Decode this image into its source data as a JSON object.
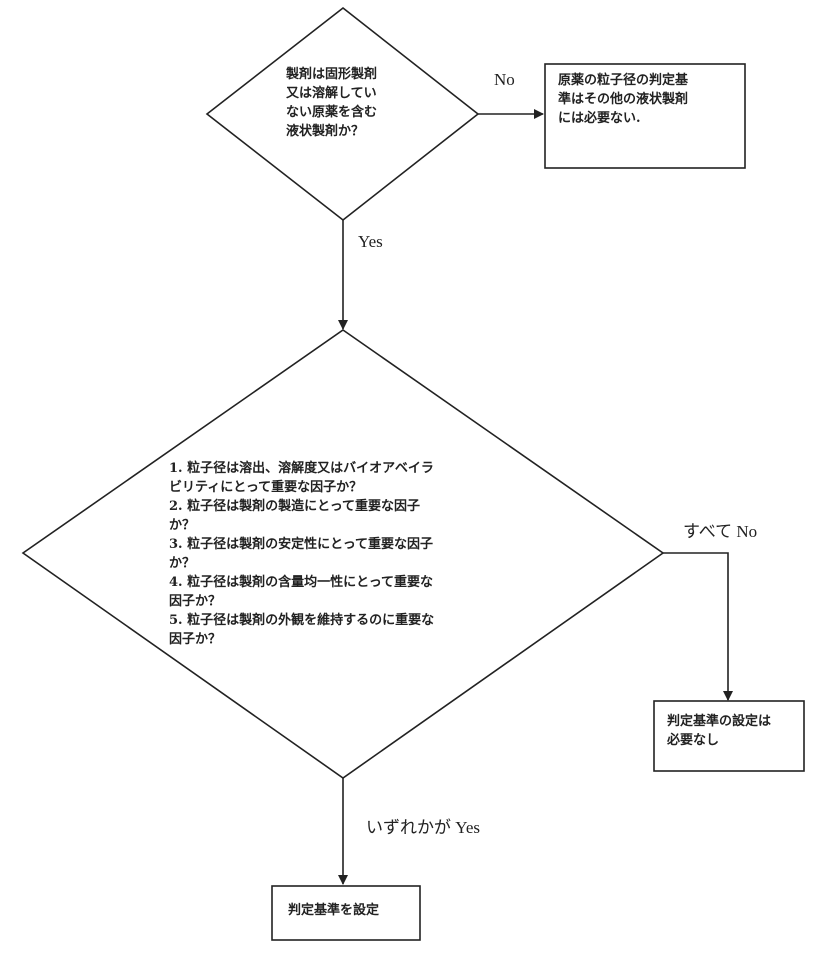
{
  "decision1": {
    "text": "製剤は固形製剤\n又は溶解してい\nない原薬を含む\n液状製剤か？"
  },
  "no_box": {
    "text": "原薬の粒子径の判定基\n準はその他の液状製剤\nには必要ない."
  },
  "label_no": "No",
  "label_yes": "Yes",
  "decision2": {
    "items": [
      "1. 粒子径は溶出、溶解度又はバイオアベイラ\nビリティにとって重要な因子か？",
      "2.  粒子径は製剤の製造にとって重要な因子\nか？",
      "3. 粒子径は製剤の安定性にとって重要な因子\nか？",
      "4. 粒子径は製剤の含量均一性にとって重要な\n因子か？",
      "5. 粒子径は製剤の外観を維持するのに重要な\n因子か？"
    ]
  },
  "label_all_no": "すべて No",
  "label_any_yes": "いずれかが Yes",
  "box_not_required": {
    "text": "判定基準の設定は\n必要なし"
  },
  "box_set": {
    "text": "判定基準を設定"
  }
}
